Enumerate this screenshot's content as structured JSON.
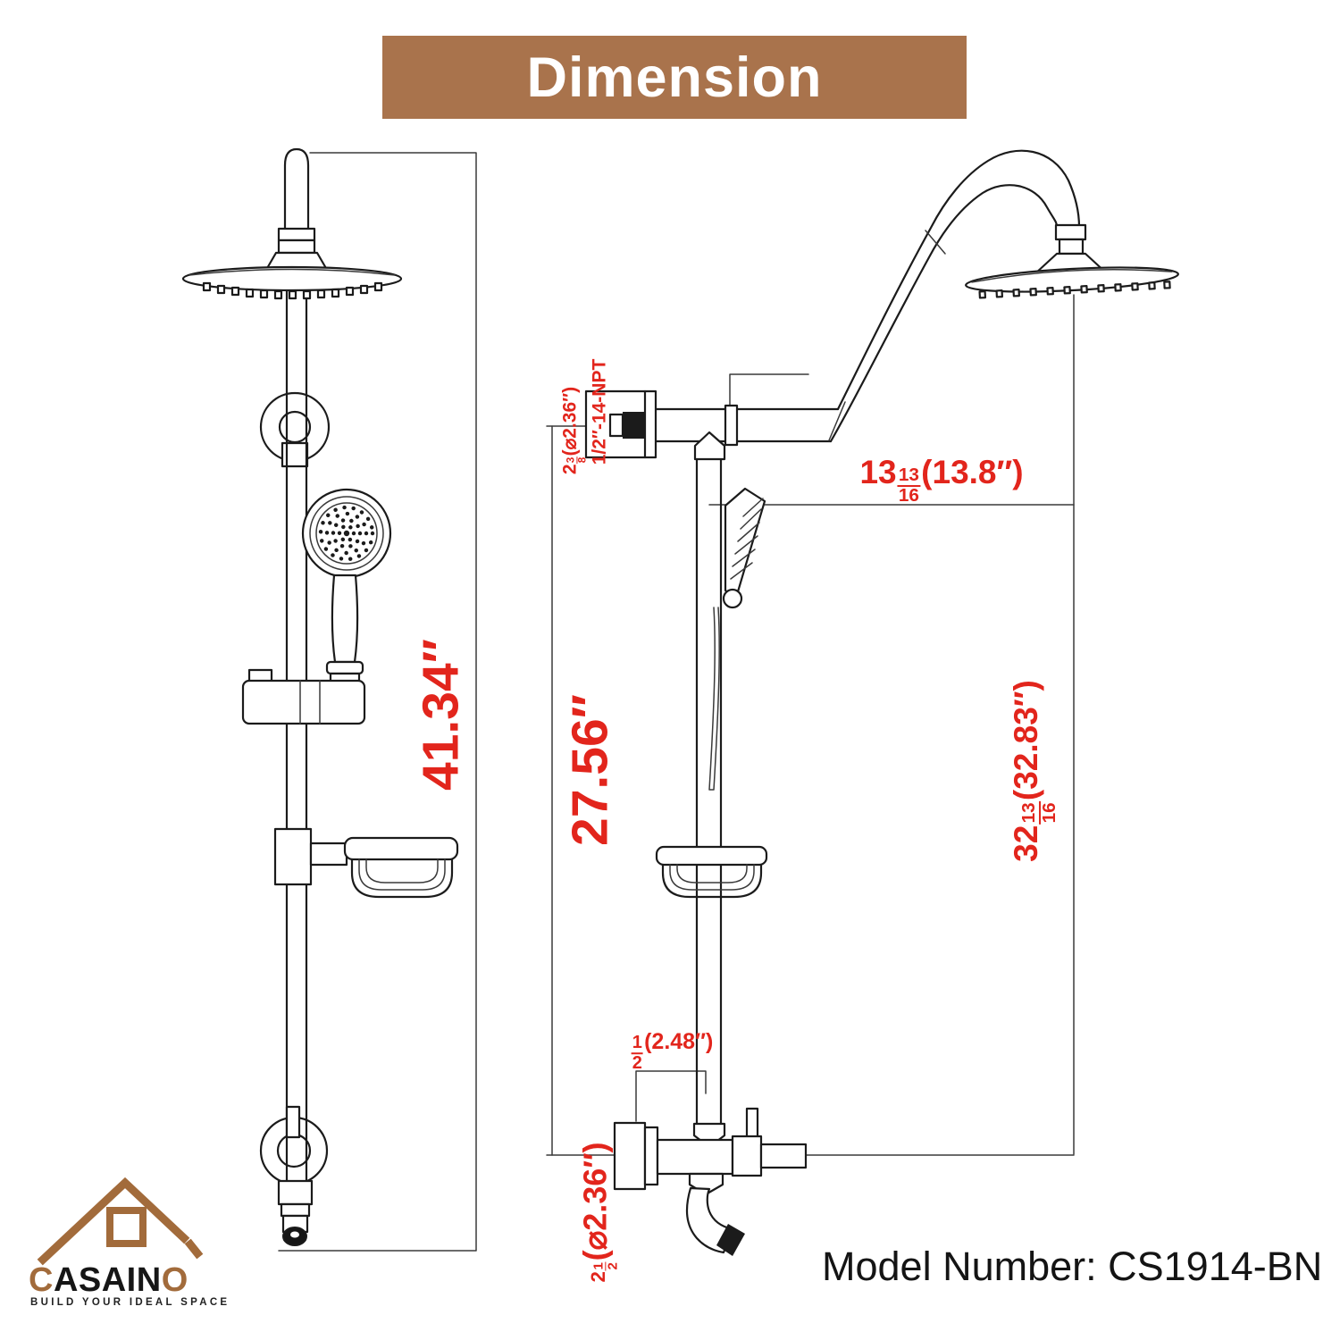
{
  "title": "Dimension",
  "model": {
    "label": "Model Number: ",
    "value": "CS1914-BN"
  },
  "logo": {
    "c_first": "C",
    "middle": "ASAIN",
    "o_last": "O",
    "tagline": "BUILD YOUR IDEAL SPACE"
  },
  "dims": {
    "front_total_height": "41.34″",
    "side_center_height": "27.56″",
    "side_overall_height": {
      "whole": "32",
      "num": "13",
      "den": "16",
      "paren": "(32.83″)"
    },
    "head_wall_offset": {
      "whole": "13",
      "num": "13",
      "den": "16",
      "paren": "(13.8″)"
    },
    "top_connector": {
      "whole": "2",
      "num": "3",
      "den": "8",
      "paren": "(⌀2.36″)"
    },
    "thread_spec": "1/2″-14-NPT",
    "spout_offset": {
      "whole": "",
      "num": "1",
      "den": "2",
      "paren": "(2.48″)"
    },
    "bottom_connector": {
      "whole": "2",
      "num": "1",
      "den": "2",
      "paren": "(⌀2.36″)"
    }
  },
  "colors": {
    "banner_bg": "#A9734C",
    "dim_red": "#E2251C",
    "logo_brown": "#A26B3B",
    "ink": "#1B1B1B"
  }
}
